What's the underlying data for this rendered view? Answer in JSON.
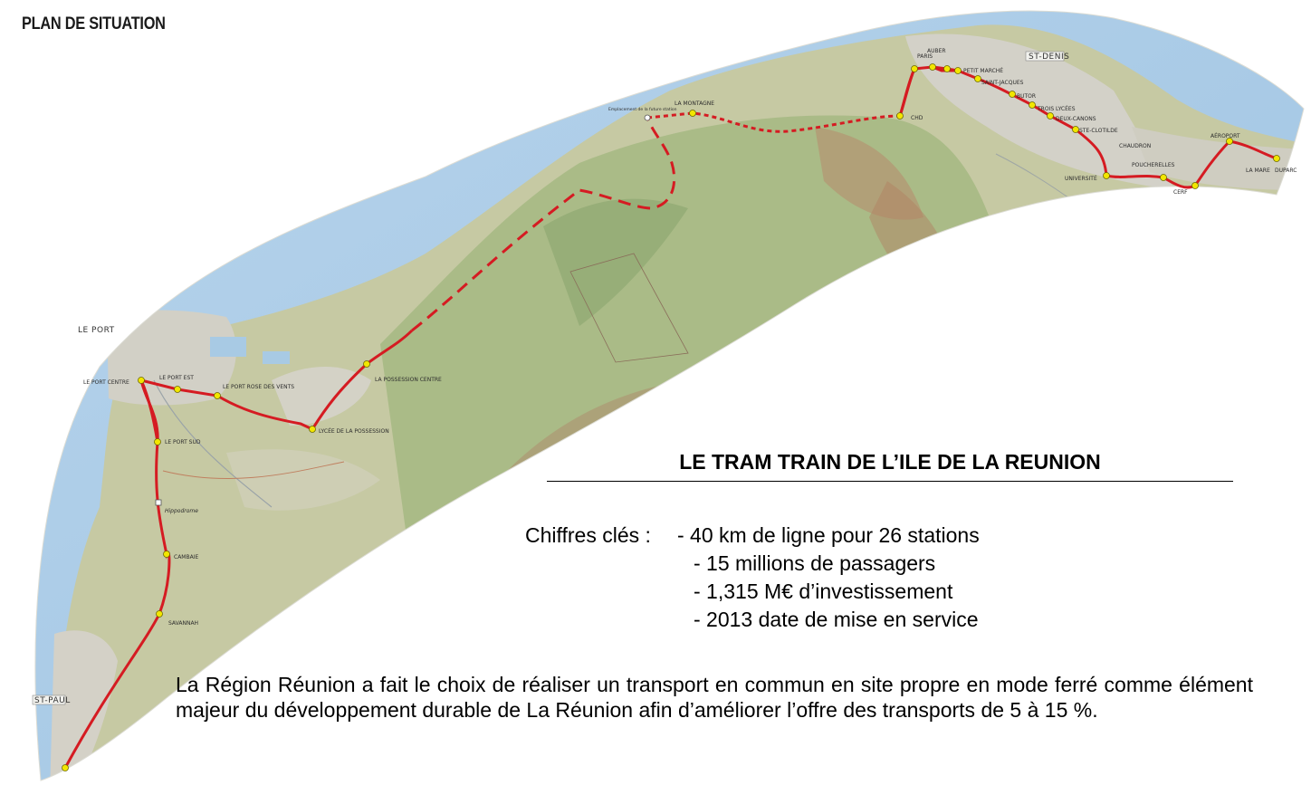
{
  "header": {
    "title": "PLAN DE SITUATION"
  },
  "map": {
    "city_labels": [
      "LE PORT",
      "ST-DENIS",
      "ST-PAUL"
    ],
    "stations": [
      "PARIS",
      "AUBER",
      "PETIT MARCHÉ",
      "SAINT-JACQUES",
      "BUTOR",
      "TROIS LYCÉES",
      "DEUX-CANONS",
      "STE-CLOTILDE",
      "CHAUDRON",
      "UNIVERSITÉ",
      "POUCHERELLES",
      "CERF",
      "AÉROPORT",
      "LA MARE",
      "DUPARC",
      "CHD",
      "LA MONTAGNE",
      "LA POSSESSION CENTRE",
      "LYCÉE DE LA POSSESSION",
      "LE PORT ROSE DES VENTS",
      "LE PORT EST",
      "LE PORT CENTRE",
      "LE PORT SUD",
      "CAMBAIE",
      "SAVANNAH",
      "Hippodrome",
      "Emplacement de la future station"
    ],
    "colors": {
      "sea": "#a9cbe6",
      "land": "#c9ccaa",
      "vegetation": "#a8bd86",
      "urban": "#cfcdc2",
      "line": "#d51b22",
      "station": "#f2e600"
    }
  },
  "info": {
    "heading": "LE TRAM TRAIN DE L’ILE DE LA REUNION",
    "key_figures_label": "Chiffres clés :",
    "key_figures": [
      "- 40 km de ligne pour 26 stations",
      "- 15 millions de passagers",
      "- 1,315 M€ d’investissement",
      "- 2013 date de mise en service"
    ],
    "description": "La Région Réunion a fait le choix de réaliser un transport en commun en site propre en mode ferré comme élément majeur du développement durable de La Réunion afin d’améliorer l’offre des transports de 5 à 15 %."
  }
}
